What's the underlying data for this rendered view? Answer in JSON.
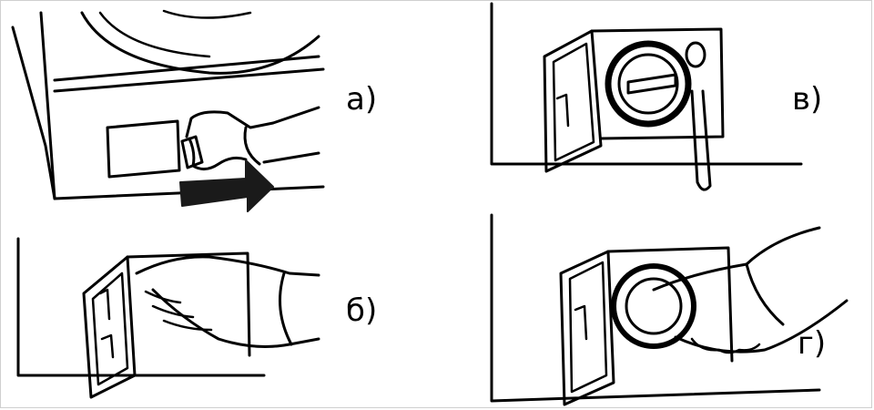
{
  "panels": {
    "a": {
      "label": "а)"
    },
    "b": {
      "label": "б)"
    },
    "v": {
      "label": "в)"
    },
    "g": {
      "label": "г)"
    }
  },
  "colors": {
    "ink": "#000000",
    "paper": "#ffffff",
    "arrow": "#1a1a1a"
  }
}
